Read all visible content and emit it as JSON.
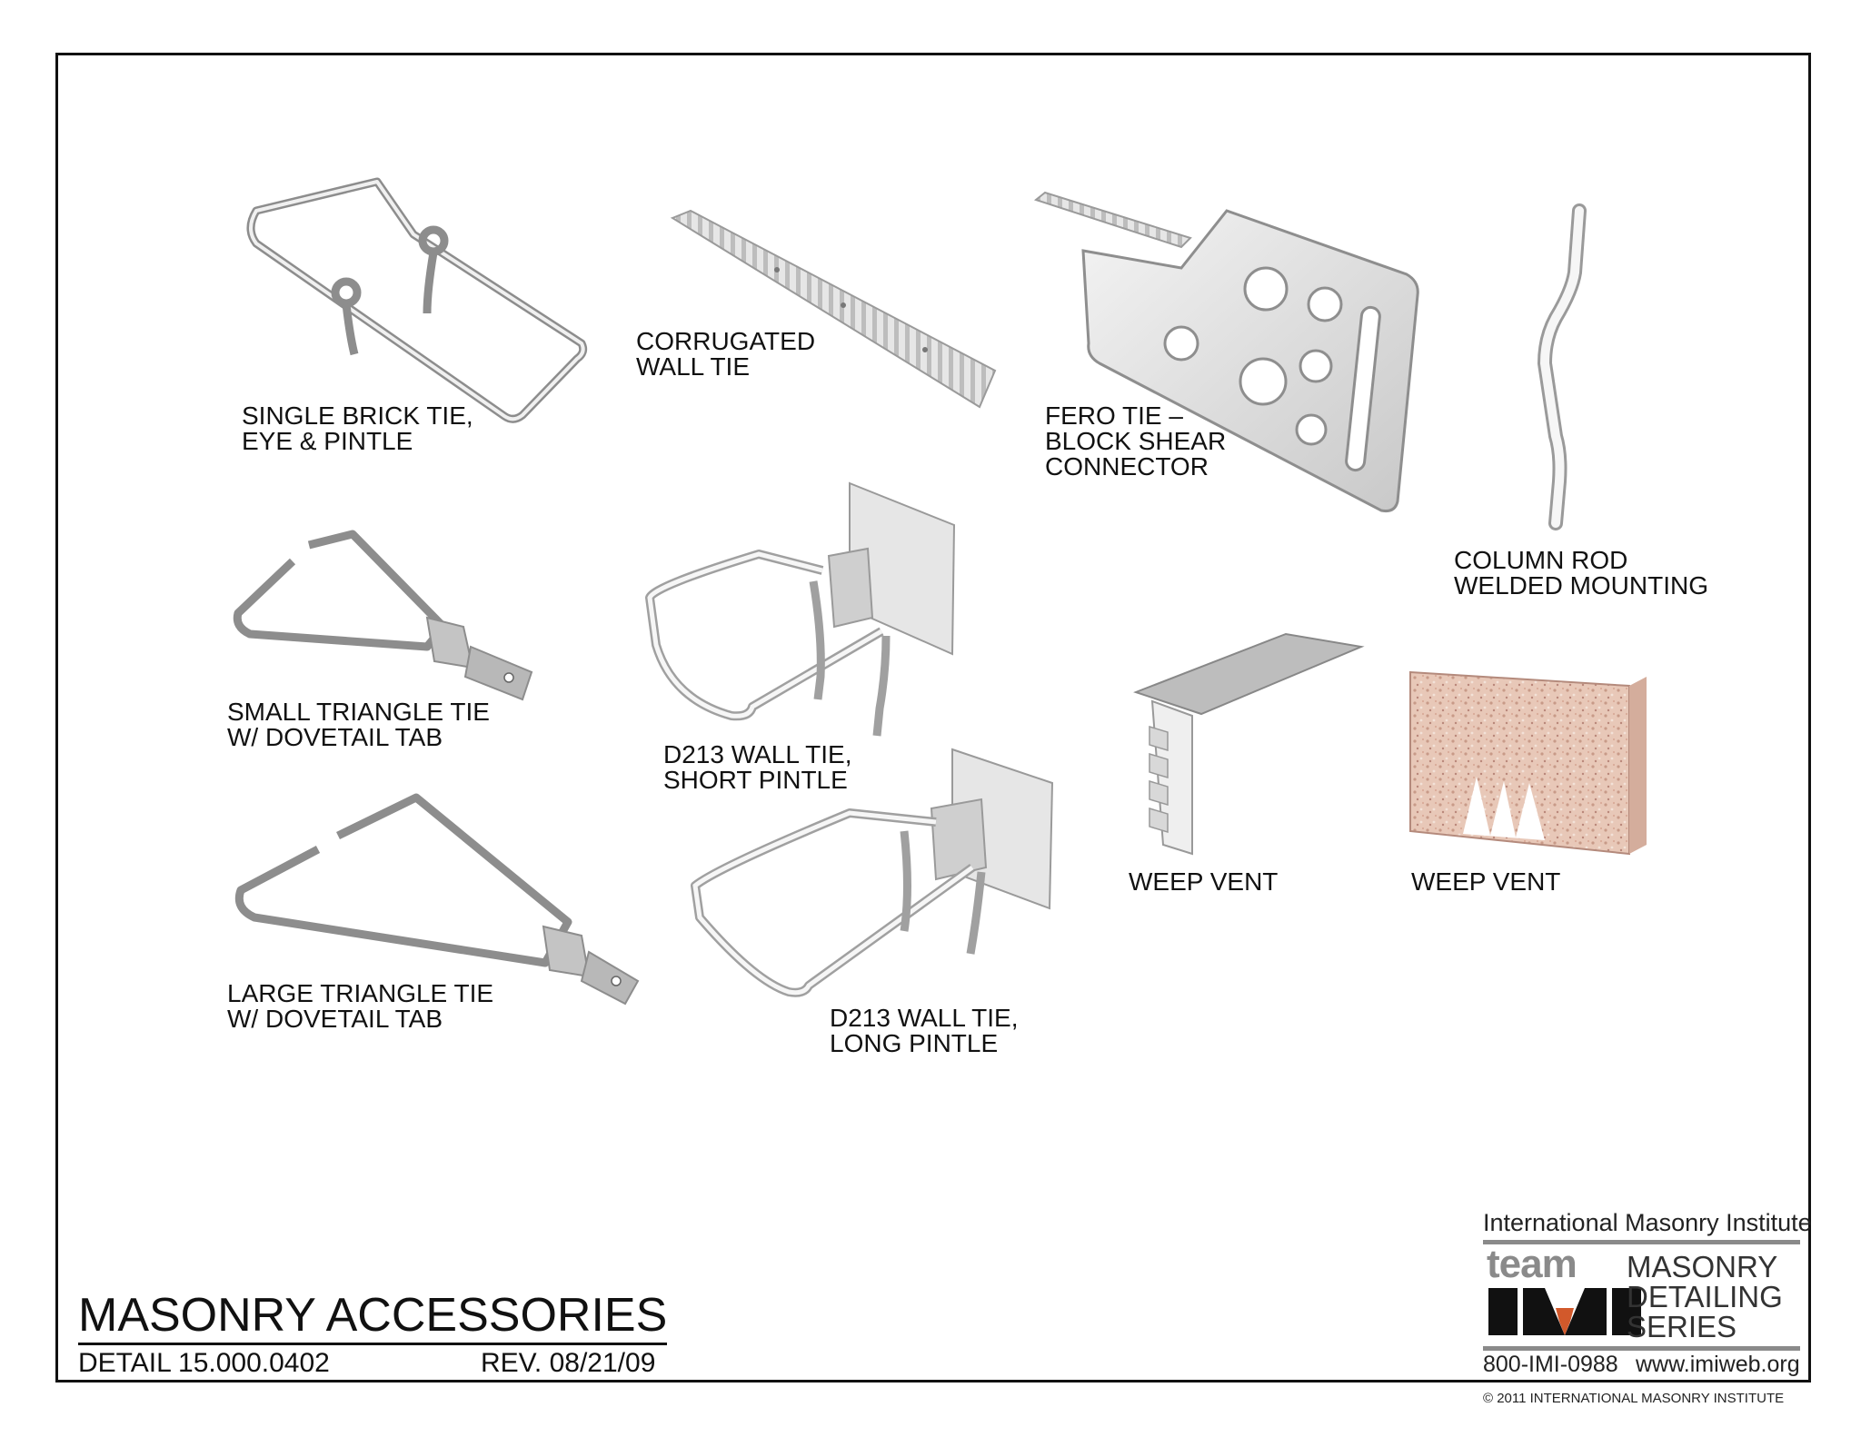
{
  "labels": {
    "single_brick_tie": [
      "SINGLE BRICK TIE,",
      "EYE & PINTLE"
    ],
    "corrugated_wall_tie": [
      "CORRUGATED",
      "WALL TIE"
    ],
    "fero_tie": [
      "FERO TIE –",
      "BLOCK SHEAR",
      "CONNECTOR"
    ],
    "column_rod": [
      "COLUMN ROD",
      "WELDED MOUNTING"
    ],
    "small_triangle_tie": [
      "SMALL TRIANGLE TIE",
      "W/ DOVETAIL TAB"
    ],
    "d213_short": [
      "D213 WALL TIE,",
      "SHORT PINTLE"
    ],
    "large_triangle_tie": [
      "LARGE TRIANGLE TIE",
      "W/ DOVETAIL TAB"
    ],
    "d213_long": [
      "D213 WALL TIE,",
      "LONG PINTLE"
    ],
    "weep_vent_1": "WEEP VENT",
    "weep_vent_2": "WEEP VENT"
  },
  "title_block": {
    "title": "MASONRY ACCESSORIES",
    "detail": "DETAIL 15.000.0402",
    "rev": "REV. 08/21/09"
  },
  "logo": {
    "institute": "International Masonry Institute",
    "team": "team",
    "series": [
      "MASONRY",
      "DETAILING",
      "SERIES"
    ],
    "phone": "800-IMI-0988",
    "web": "www.imiweb.org",
    "brand_accent": "#d2592b"
  },
  "copyright": "© 2011 INTERNATIONAL MASONRY INSTITUTE"
}
